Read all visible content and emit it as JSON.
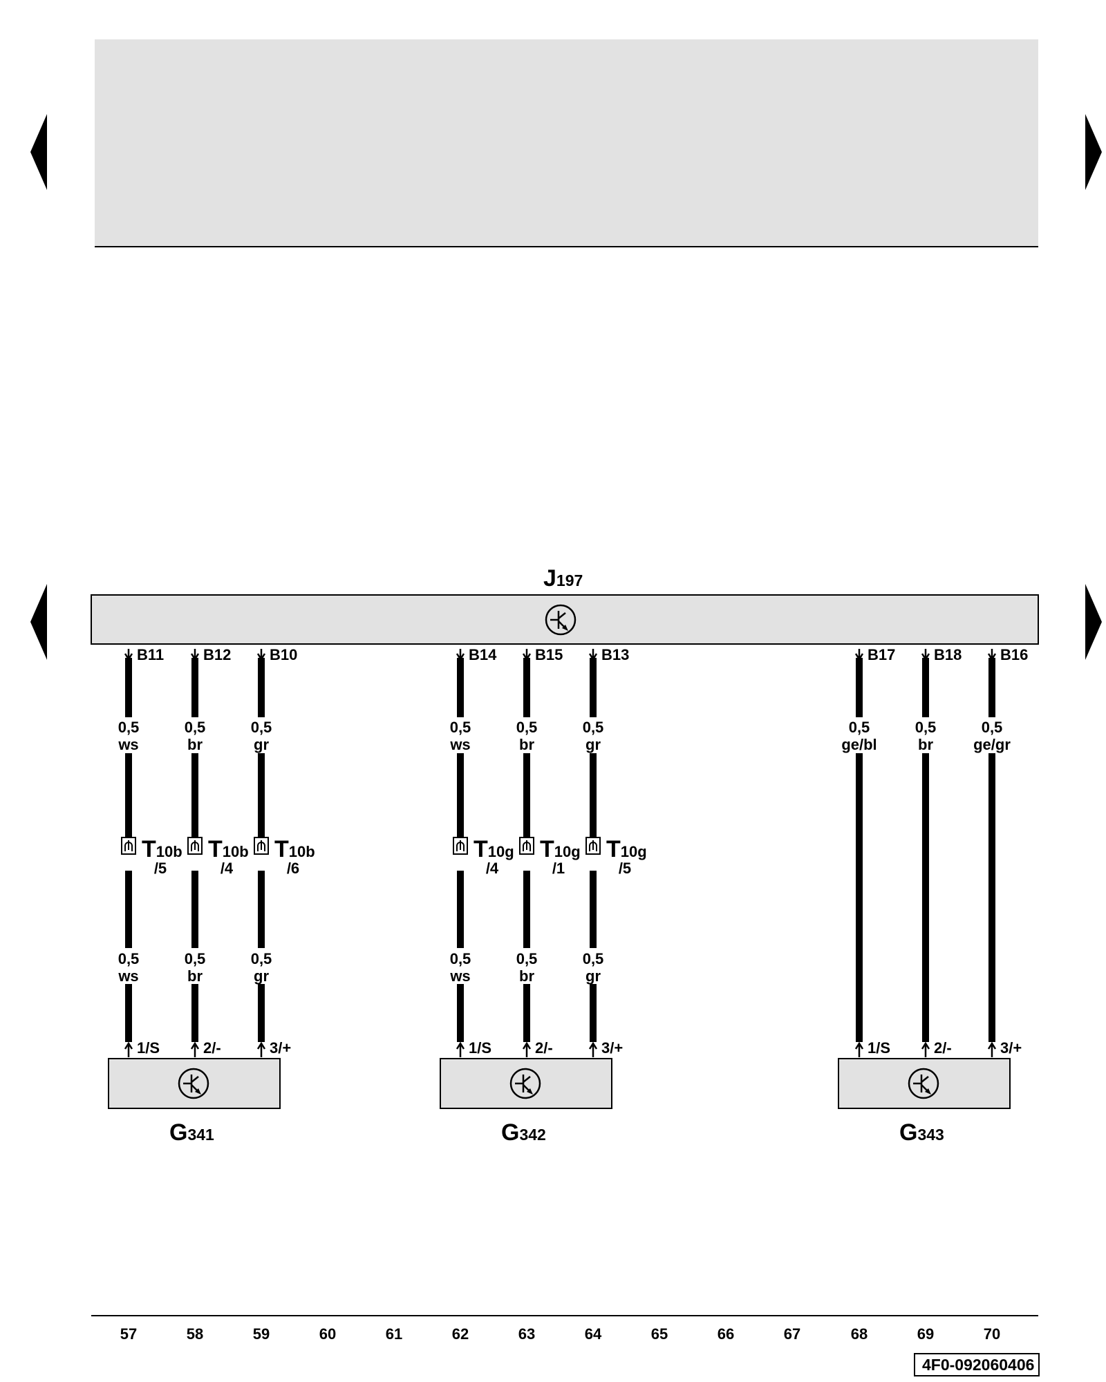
{
  "navigation": {
    "prev_top": "previous-page-arrow",
    "next_top": "next-page-arrow",
    "prev_mid": "previous-page-arrow",
    "next_mid": "next-page-arrow"
  },
  "control_unit": {
    "label": "J",
    "sub": "197",
    "symbol": "electronic-component-icon"
  },
  "wires": [
    {
      "pin": "B11",
      "size": "0,5",
      "color": "ws",
      "conn": "T",
      "conn_sub": "10b",
      "conn_pin": "/5",
      "size2": "0,5",
      "color2": "ws",
      "sensor_pin": "1/S"
    },
    {
      "pin": "B12",
      "size": "0,5",
      "color": "br",
      "conn": "T",
      "conn_sub": "10b",
      "conn_pin": "/4",
      "size2": "0,5",
      "color2": "br",
      "sensor_pin": "2/-"
    },
    {
      "pin": "B10",
      "size": "0,5",
      "color": "gr",
      "conn": "T",
      "conn_sub": "10b",
      "conn_pin": "/6",
      "size2": "0,5",
      "color2": "gr",
      "sensor_pin": "3/+"
    },
    {
      "pin": "B14",
      "size": "0,5",
      "color": "ws",
      "conn": "T",
      "conn_sub": "10g",
      "conn_pin": "/4",
      "size2": "0,5",
      "color2": "ws",
      "sensor_pin": "1/S"
    },
    {
      "pin": "B15",
      "size": "0,5",
      "color": "br",
      "conn": "T",
      "conn_sub": "10g",
      "conn_pin": "/1",
      "size2": "0,5",
      "color2": "br",
      "sensor_pin": "2/-"
    },
    {
      "pin": "B13",
      "size": "0,5",
      "color": "gr",
      "conn": "T",
      "conn_sub": "10g",
      "conn_pin": "/5",
      "size2": "0,5",
      "color2": "gr",
      "sensor_pin": "3/+"
    },
    {
      "pin": "B17",
      "size": "0,5",
      "color": "ge/bl",
      "sensor_pin": "1/S"
    },
    {
      "pin": "B18",
      "size": "0,5",
      "color": "br",
      "sensor_pin": "2/-"
    },
    {
      "pin": "B16",
      "size": "0,5",
      "color": "ge/gr",
      "sensor_pin": "3/+"
    }
  ],
  "sensors": [
    {
      "label": "G",
      "sub": "341"
    },
    {
      "label": "G",
      "sub": "342"
    },
    {
      "label": "G",
      "sub": "343"
    }
  ],
  "tracks": [
    "57",
    "58",
    "59",
    "60",
    "61",
    "62",
    "63",
    "64",
    "65",
    "66",
    "67",
    "68",
    "69",
    "70"
  ],
  "doc_id": "4F0-092060406",
  "colors": {
    "panel": "#e2e2e2",
    "ink": "#000000"
  }
}
